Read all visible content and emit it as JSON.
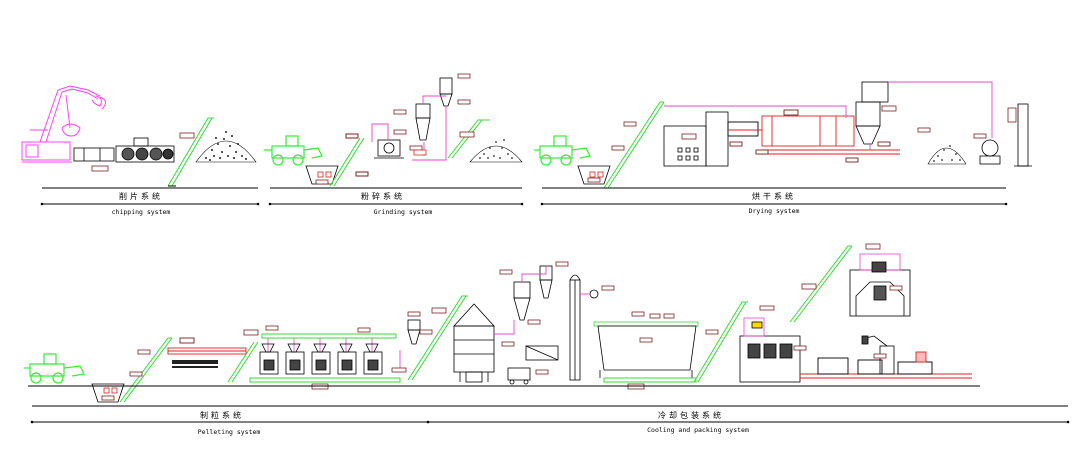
{
  "systems": [
    {
      "zh": "削片系统",
      "en": "chipping system"
    },
    {
      "zh": "粉碎系统",
      "en": "Grinding system"
    },
    {
      "zh": "烘干系统",
      "en": "Drying system"
    },
    {
      "zh": "制粒系统",
      "en": "Pelleting system"
    },
    {
      "zh": "冷却包装系统",
      "en": "Cooling and packing system"
    }
  ],
  "colors": {
    "chipper": "#ff40ff",
    "loader": "#33ee33",
    "conveyor": "#33dd33",
    "duct": "#ee44cc",
    "dryer": "#dd2222",
    "line": "#000000",
    "tag": "#7a2020"
  },
  "icons": [
    "crane-icon",
    "loader-icon",
    "conveyor-icon",
    "cyclone-icon",
    "dryer-drum-icon",
    "pellet-mill-icon",
    "cooler-icon",
    "packing-machine-icon",
    "stack-icon"
  ]
}
